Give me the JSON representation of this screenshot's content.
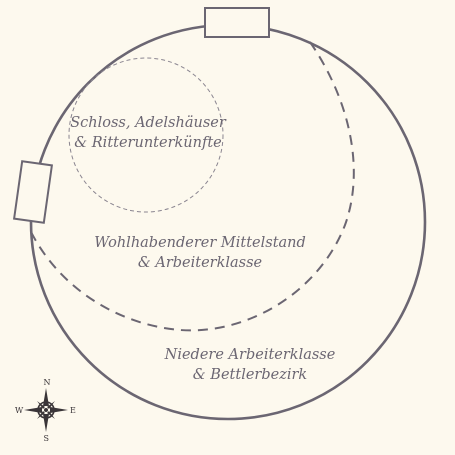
{
  "map": {
    "districts": {
      "castle": {
        "line1": "Schloss, Adelshäuser",
        "line2": "& Ritterunterkünfte"
      },
      "middle": {
        "line1": "Wohlhabenderer Mittelstand",
        "line2": "& Arbeiterklasse"
      },
      "lower": {
        "line1": "Niedere Arbeiterklasse",
        "line2": "& Bettlerbezirk"
      }
    },
    "compass": {
      "north": "N",
      "south": "S",
      "east": "E",
      "west": "W"
    },
    "colors": {
      "background": "#fdf9ee",
      "wall": "#6b6672",
      "dashed_boundary": "#6b6672",
      "text": "#6b6672"
    }
  }
}
